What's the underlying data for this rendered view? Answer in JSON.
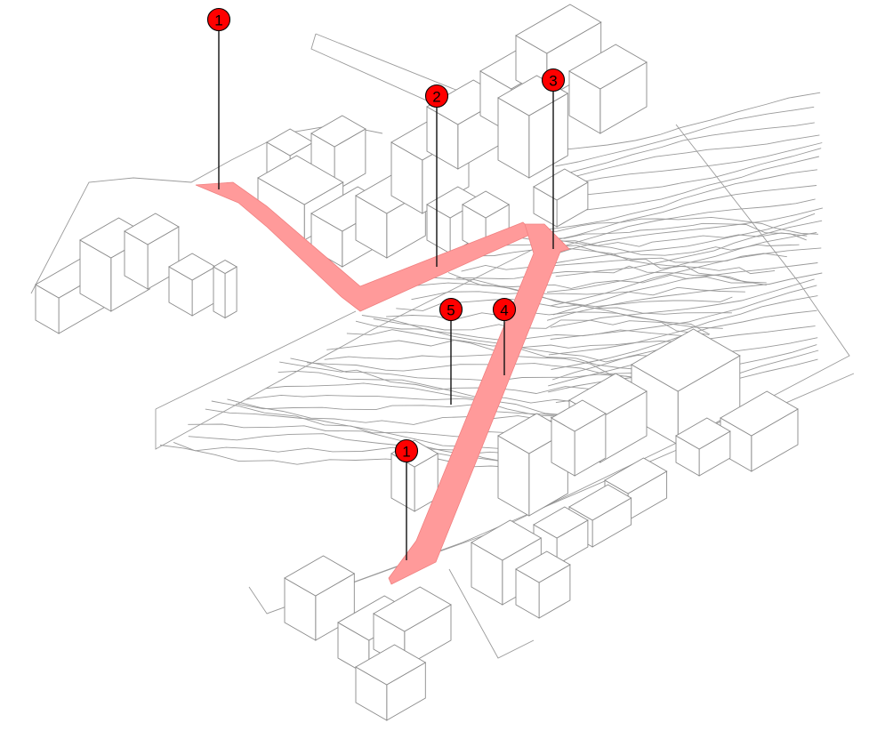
{
  "diagram": {
    "colors": {
      "route": "#ff9a9a",
      "marker": "#ff0000",
      "lines": "#9a9a9a"
    },
    "markers": [
      {
        "id": "m1a",
        "label": "1"
      },
      {
        "id": "m2",
        "label": "2"
      },
      {
        "id": "m3",
        "label": "3"
      },
      {
        "id": "m4",
        "label": "4"
      },
      {
        "id": "m5",
        "label": "5"
      },
      {
        "id": "m1b",
        "label": "1"
      }
    ]
  }
}
